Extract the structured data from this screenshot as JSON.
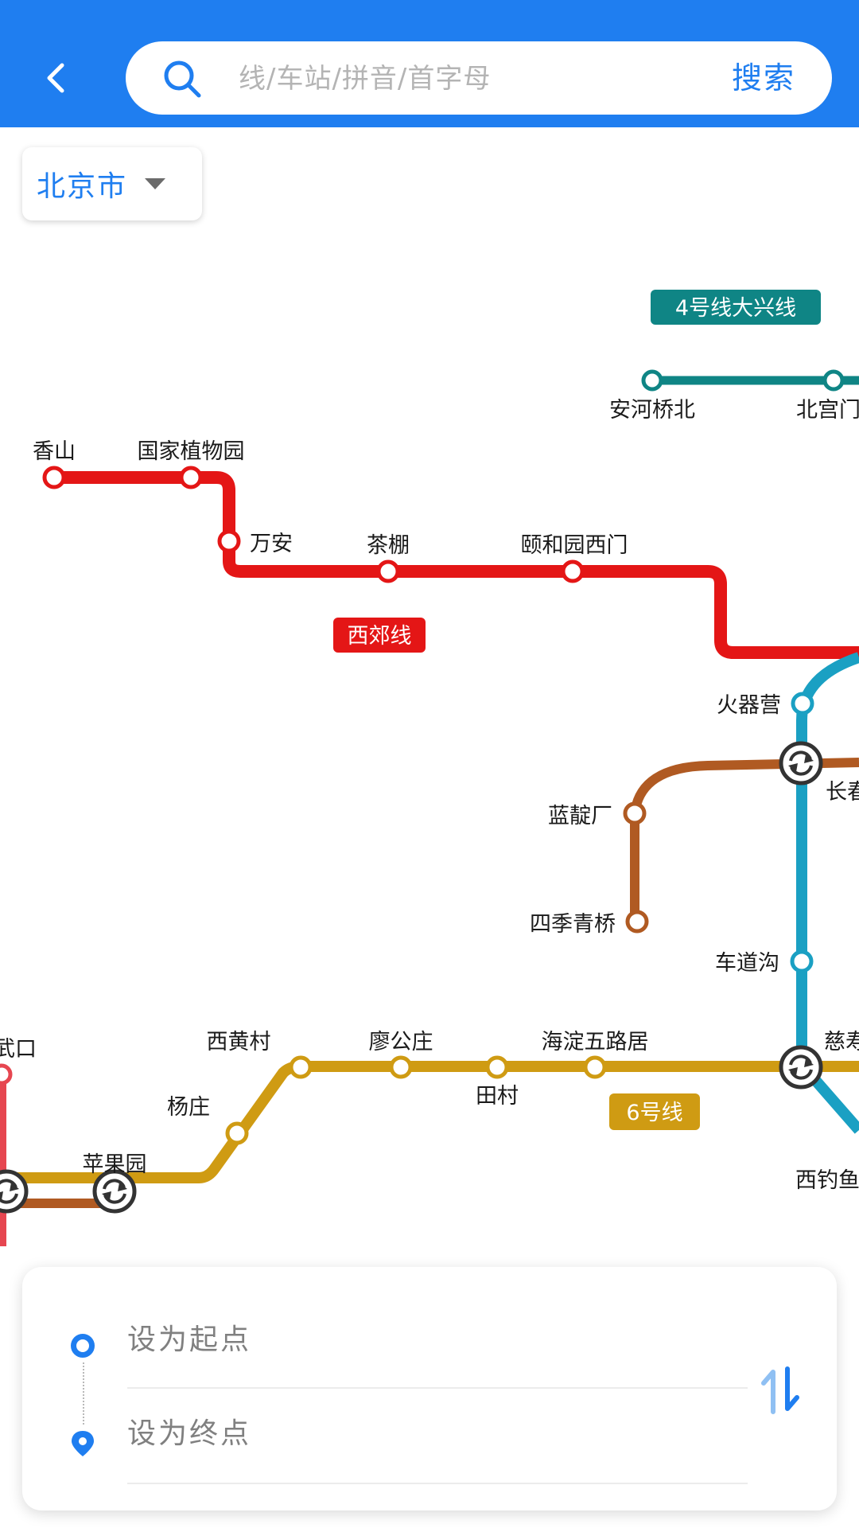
{
  "header": {
    "search_placeholder": "线/车站/拼音/首字母",
    "search_button": "搜索"
  },
  "city": {
    "name": "北京市"
  },
  "map": {
    "line_labels": {
      "daxing": "4号线大兴线",
      "xijiao": "西郊线",
      "line6": "6号线"
    },
    "stations": {
      "anhe_qiao_bei": "安河桥北",
      "bei_gong_men": "北宫门",
      "xiangshan": "香山",
      "guojia_zhiwuyuan": "国家植物园",
      "wanan": "万安",
      "chapeng": "茶棚",
      "yiheyuan_ximen": "颐和园西门",
      "huoqiying": "火器营",
      "changchun": "长春",
      "landianchang": "蓝靛厂",
      "siji_qingqiao": "四季青桥",
      "chedaogou": "车道沟",
      "wukou": "武口",
      "xihuangcun": "西黄村",
      "liaogongzhuang": "廖公庄",
      "haidian_wuluju": "海淀五路居",
      "yangzhuang": "杨庄",
      "tiancun": "田村",
      "cishou": "慈寿",
      "pingguoyuan": "苹果园",
      "xidiaoyu": "西钓鱼"
    },
    "colors": {
      "line4": "#0f8585",
      "xijiao": "#e41616",
      "line10_blue": "#1aa0c3",
      "line_brown": "#b05a22",
      "line6": "#cf9b13",
      "line_s1_red": "#e64650"
    }
  },
  "route": {
    "start_label": "设为起点",
    "end_label": "设为终点"
  },
  "theme": {
    "primary": "#1f7ef0"
  }
}
